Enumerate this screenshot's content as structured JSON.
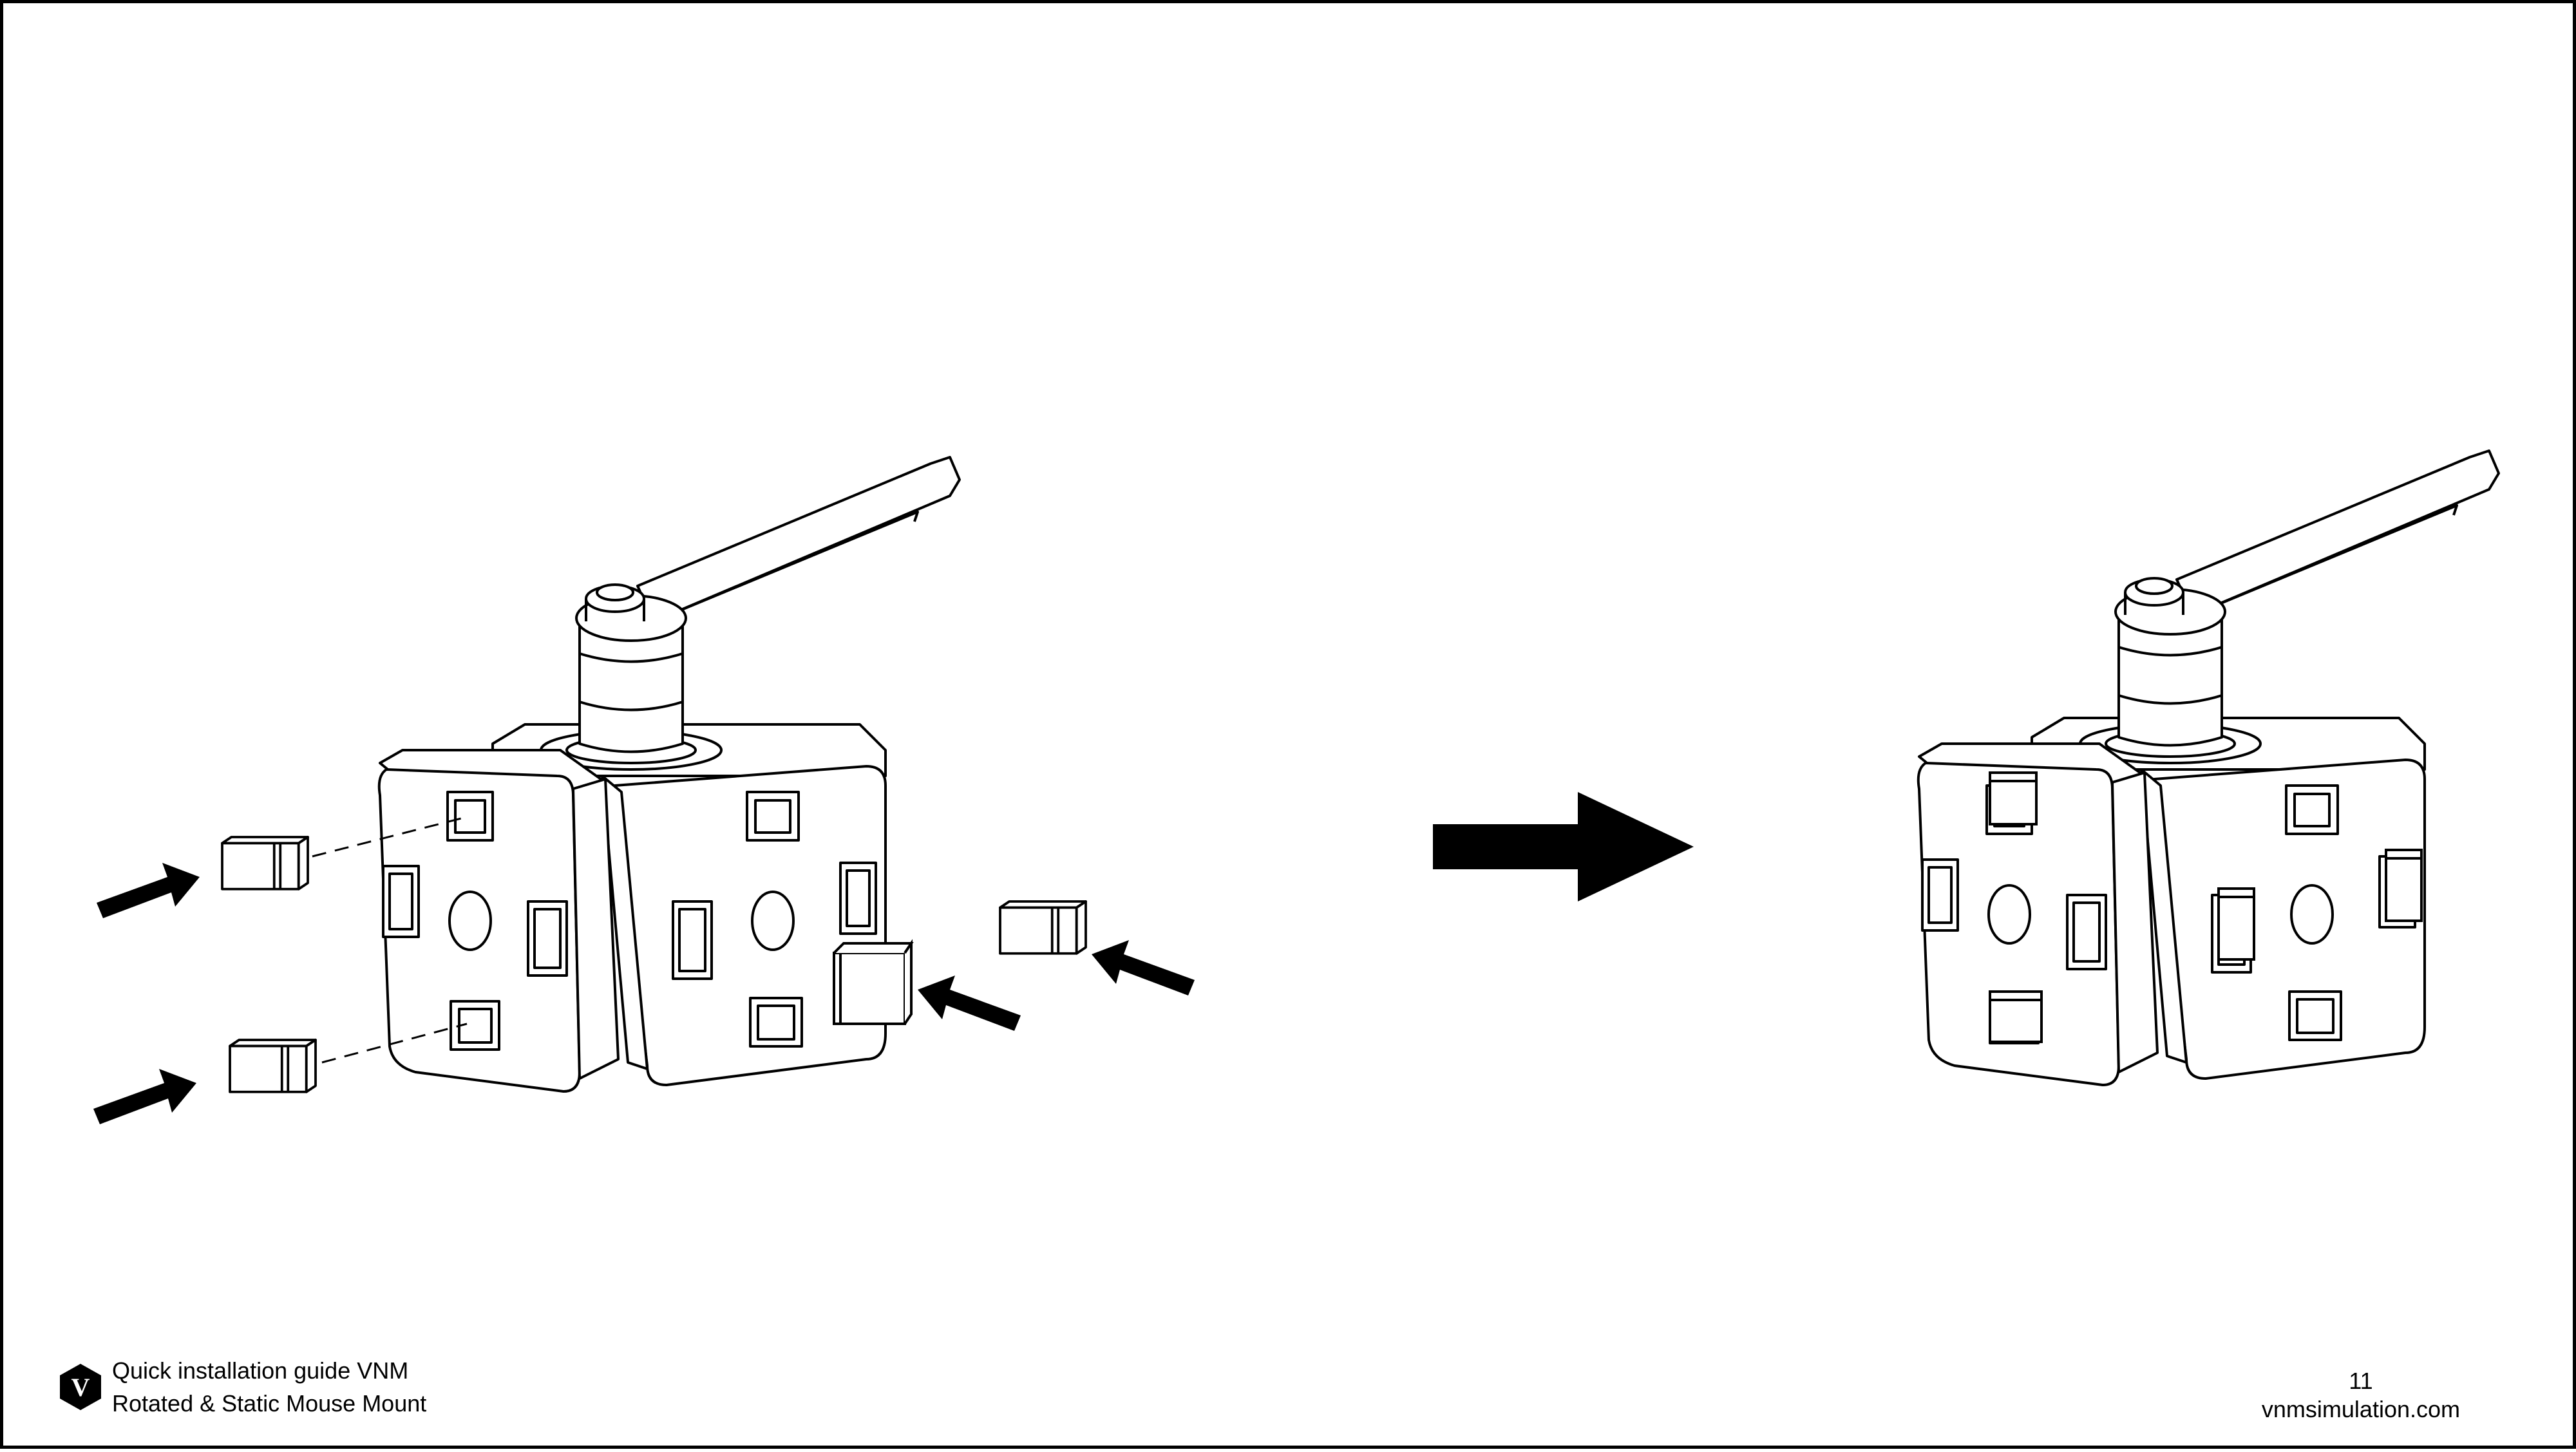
{
  "footer": {
    "brand_logo_letter": "V",
    "guide_title": "Quick installation guide VNM",
    "product_name": "Rotated & Static Mouse Mount",
    "page_number": "11",
    "website": "vnmsimulation.com"
  },
  "icons": {
    "brand_logo": "vnm-hexagon-logo",
    "process_arrow": "right-arrow-icon",
    "insert_arrow": "insert-arrow-icon"
  },
  "colors": {
    "line": "#000000",
    "background": "#ffffff"
  }
}
